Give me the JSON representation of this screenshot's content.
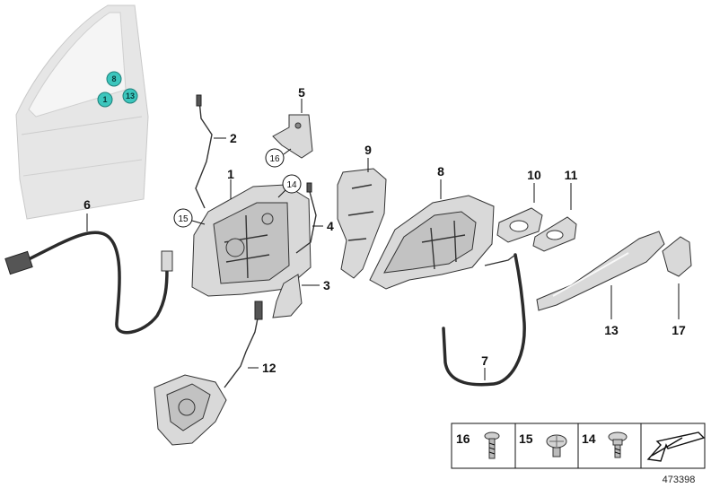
{
  "locator": {
    "callouts": [
      "8",
      "1",
      "13"
    ]
  },
  "callouts": {
    "c1": "1",
    "c2": "2",
    "c3": "3",
    "c4": "4",
    "c5": "5",
    "c6": "6",
    "c7": "7",
    "c8": "8",
    "c9": "9",
    "c10": "10",
    "c11": "11",
    "c12": "12",
    "c13": "13",
    "c14": "14",
    "c15": "15",
    "c16": "16",
    "c17": "17"
  },
  "legend": {
    "items": [
      {
        "number": "16",
        "icon": "torx-screw-icon"
      },
      {
        "number": "15",
        "icon": "flat-head-screw-icon"
      },
      {
        "number": "14",
        "icon": "flange-screw-icon"
      }
    ],
    "arrow_icon": "direction-arrow-icon"
  },
  "diagram_id": "473398",
  "colors": {
    "locator_badge": "#3cc6bd",
    "part_fill": "#d9d9d9",
    "line": "#111111"
  }
}
